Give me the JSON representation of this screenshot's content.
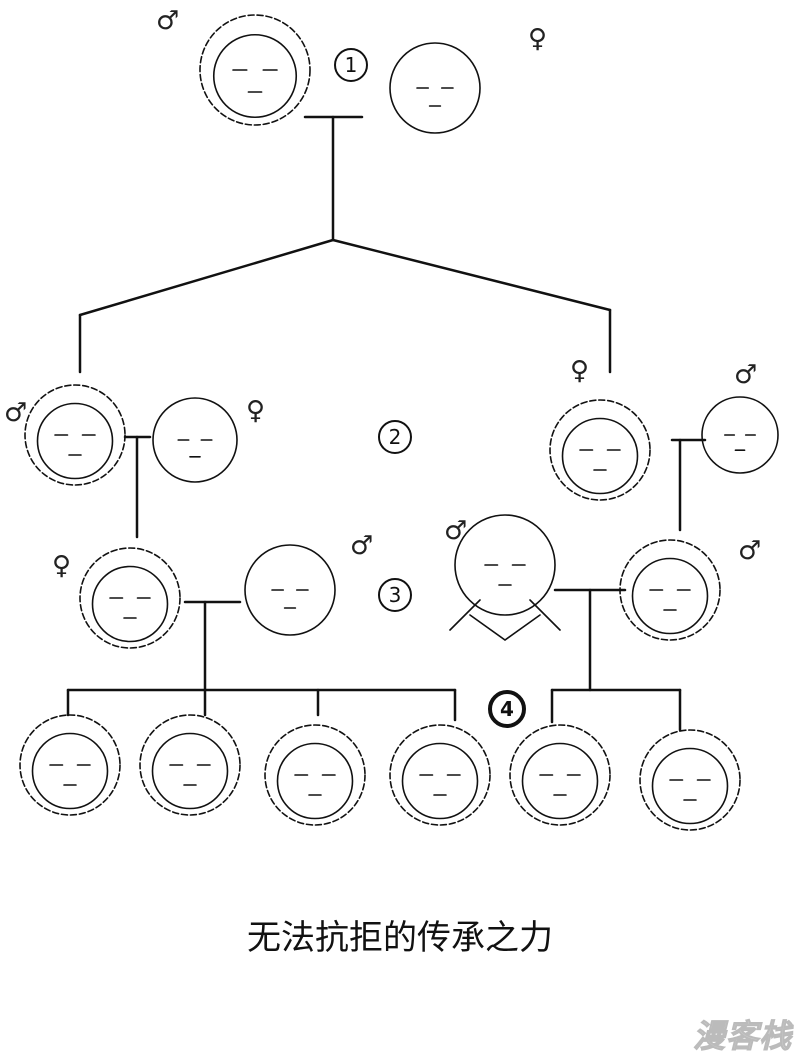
{
  "caption": "无法抗拒的传承之力",
  "watermark": "漫客栈",
  "generation_markers": [
    "1",
    "2",
    "3",
    "4"
  ],
  "symbols": {
    "male": "♂",
    "female": "♀"
  },
  "colors": {
    "ink": "#111111",
    "watermark": "#cccccc"
  }
}
